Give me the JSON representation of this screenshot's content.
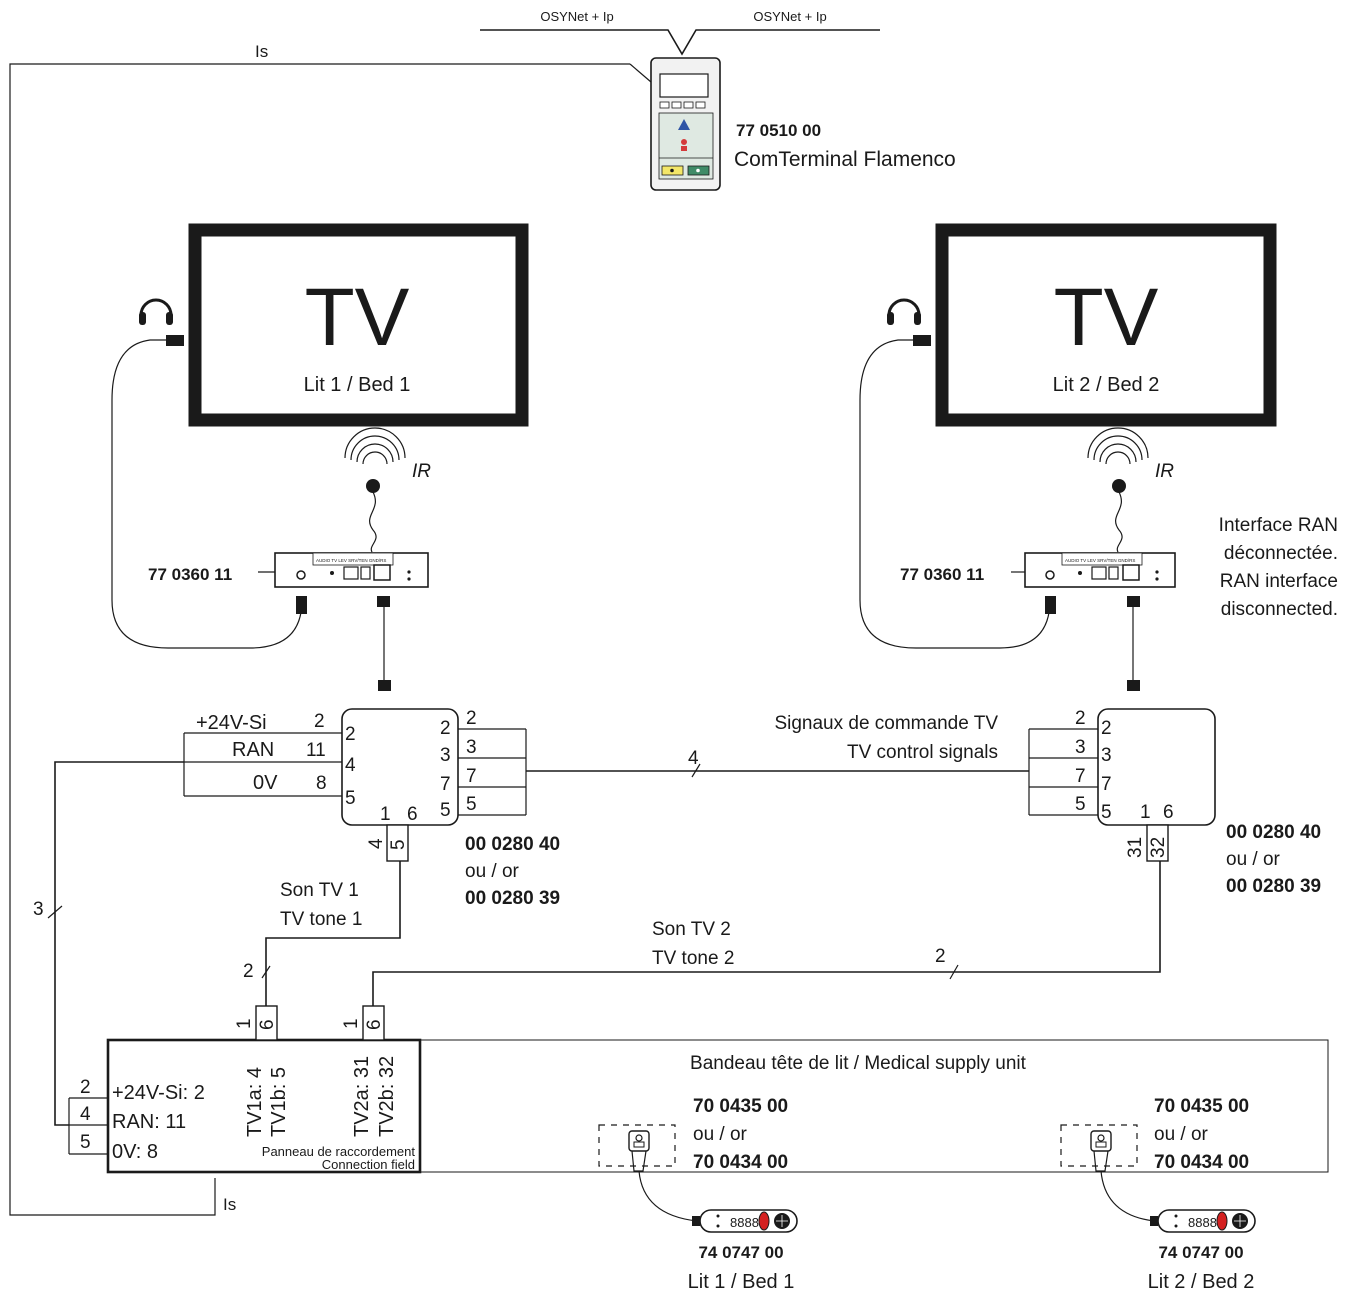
{
  "network": {
    "left_label": "OSYNet + Ip",
    "right_label": "OSYNet + Ip",
    "is_top": "Is",
    "is_bottom": "Is"
  },
  "comterminal": {
    "part_no": "77 0510 00",
    "name": "ComTerminal Flamenco",
    "colors": {
      "body": "#f2f2f2",
      "panel": "#dfe9e2",
      "yellow": "#f3e768",
      "green": "#3f8b67",
      "blue": "#2f55a6",
      "red": "#d43a3a"
    }
  },
  "tv1": {
    "title": "TV",
    "subtitle": "Lit 1 / Bed 1",
    "ir": "IR"
  },
  "tv2": {
    "title": "TV",
    "subtitle": "Lit 2 / Bed 2",
    "ir": "IR"
  },
  "ir_receiver1": {
    "part_no": "77 0360 11",
    "port_labels": "AUDIO TV   LEV   SRV/TEN   GND/RS"
  },
  "ir_receiver2": {
    "part_no": "77 0360 11",
    "port_labels": "AUDIO TV   LEV   SRV/TEN   GND/RS",
    "note": [
      "Interface RAN",
      "déconnectée.",
      "RAN interface",
      "disconnected."
    ]
  },
  "junction1": {
    "left_labels": [
      {
        "name": "+24V-Si",
        "num": "2"
      },
      {
        "name": "RAN",
        "num": "11"
      },
      {
        "name": "0V",
        "num": "8"
      }
    ],
    "left_pins": [
      "2",
      "4",
      "5"
    ],
    "right_pins": [
      "2",
      "3",
      "7",
      "5"
    ],
    "right_ext": [
      "2",
      "3",
      "7",
      "5"
    ],
    "bottom_pins": [
      "1",
      "6"
    ],
    "tone_pins": [
      "4",
      "5"
    ],
    "part": [
      "00 0280 40",
      "ou / or",
      "00 0280 39"
    ]
  },
  "junction2": {
    "left_ext": [
      "2",
      "3",
      "7",
      "5"
    ],
    "left_pins": [
      "2",
      "3",
      "7",
      "5"
    ],
    "bottom_pins": [
      "1",
      "6"
    ],
    "tone_pins": [
      "31",
      "32"
    ],
    "part": [
      "00 0280 40",
      "ou / or",
      "00 0280 39"
    ]
  },
  "control_signals": {
    "fr": "Signaux de commande TV",
    "en": "TV control signals",
    "wires": "4"
  },
  "tone1": {
    "fr": "Son TV 1",
    "en": "TV tone 1",
    "wires": "2"
  },
  "tone2": {
    "fr": "Son TV 2",
    "en": "TV tone 2",
    "wires": "2"
  },
  "supply_wires": "3",
  "connection_field": {
    "outer_pins": [
      "2",
      "4",
      "5"
    ],
    "lines": [
      "+24V-Si: 2",
      "RAN: 11",
      "0V: 8"
    ],
    "tv1": [
      "TV1a: 4",
      "TV1b: 5"
    ],
    "tv2": [
      "TV2a: 31",
      "TV2b: 32"
    ],
    "top_pins1": [
      "1",
      "6"
    ],
    "top_pins2": [
      "1",
      "6"
    ],
    "name_fr": "Panneau de raccordement",
    "name_en": "Connection field"
  },
  "medical_unit": {
    "title": "Bandeau tête de lit / Medical supply unit"
  },
  "socket1": {
    "part": [
      "70 0435 00",
      "ou / or",
      "70 0434 00"
    ]
  },
  "socket2": {
    "part": [
      "70 0435 00",
      "ou / or",
      "70 0434 00"
    ]
  },
  "handset1": {
    "part_no": "74 0747 00",
    "label": "Lit 1 / Bed 1",
    "button_color": "#d42020"
  },
  "handset2": {
    "part_no": "74 0747 00",
    "label": "Lit 2 / Bed 2",
    "button_color": "#d42020"
  }
}
